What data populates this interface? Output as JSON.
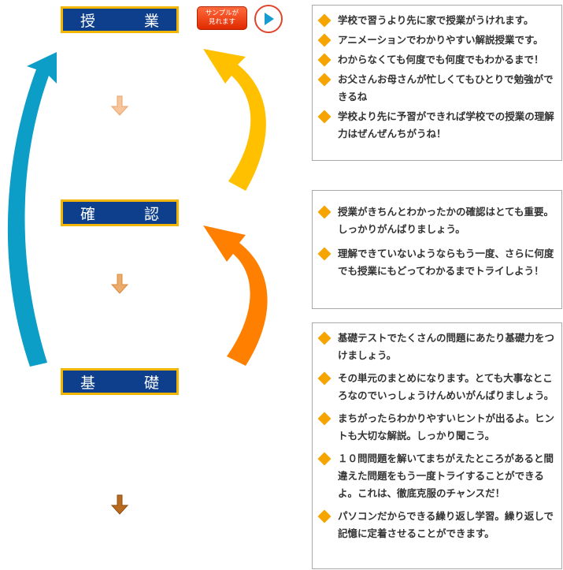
{
  "steps": [
    {
      "left": "授",
      "right": "業"
    },
    {
      "left": "確",
      "right": "認"
    },
    {
      "left": "基",
      "right": "礎"
    }
  ],
  "sample_badge": {
    "line1": "サンプルが",
    "line2": "見れます"
  },
  "icons": {
    "play": "play-icon",
    "bullet": "diamond-bullet-icon",
    "down_arrow": "down-arrow-icon",
    "curved_arrow": "curved-arrow-icon"
  },
  "colors": {
    "step_bg": "#0d3f8c",
    "step_border": "#f2b600",
    "bullet": "#f5a400",
    "arrow_blue": "#0d9ec8",
    "arrow_yellow": "#ffc000",
    "arrow_orange": "#ff8000"
  },
  "box1": {
    "items": [
      "学校で習うより先に家で授業がうけれます。",
      "アニメーションでわかりやすい解説授業です。",
      "わからなくても何度でも何度でもわかるまで！",
      "お父さんお母さんが忙しくてもひとりで勉強ができるね",
      "学校より先に予習ができれば学校での授業の理解力はぜんぜんちがうね！"
    ]
  },
  "box2": {
    "items": [
      "授業がきちんとわかったかの確認はとても重要。しっかりがんばりましょう。",
      "理解できていないようならもう一度、さらに何度でも授業にもどってわかるまでトライしよう！"
    ]
  },
  "box3": {
    "items": [
      "基礎テストでたくさんの問題にあたり基礎力をつけましょう。",
      "その単元のまとめになります。とても大事なところなのでいっしょうけんめいがんばりましょう。",
      "まちがったらわかりやすいヒントが出るよ。ヒントも大切な解説。しっかり聞こう。",
      "１０問問題を解いてまちがえたところがあると間違えた問題をもう一度トライすることができるよ。これは、徹底克服のチャンスだ！",
      "パソコンだからできる繰り返し学習。繰り返しで記憶に定着させることができます。"
    ]
  }
}
